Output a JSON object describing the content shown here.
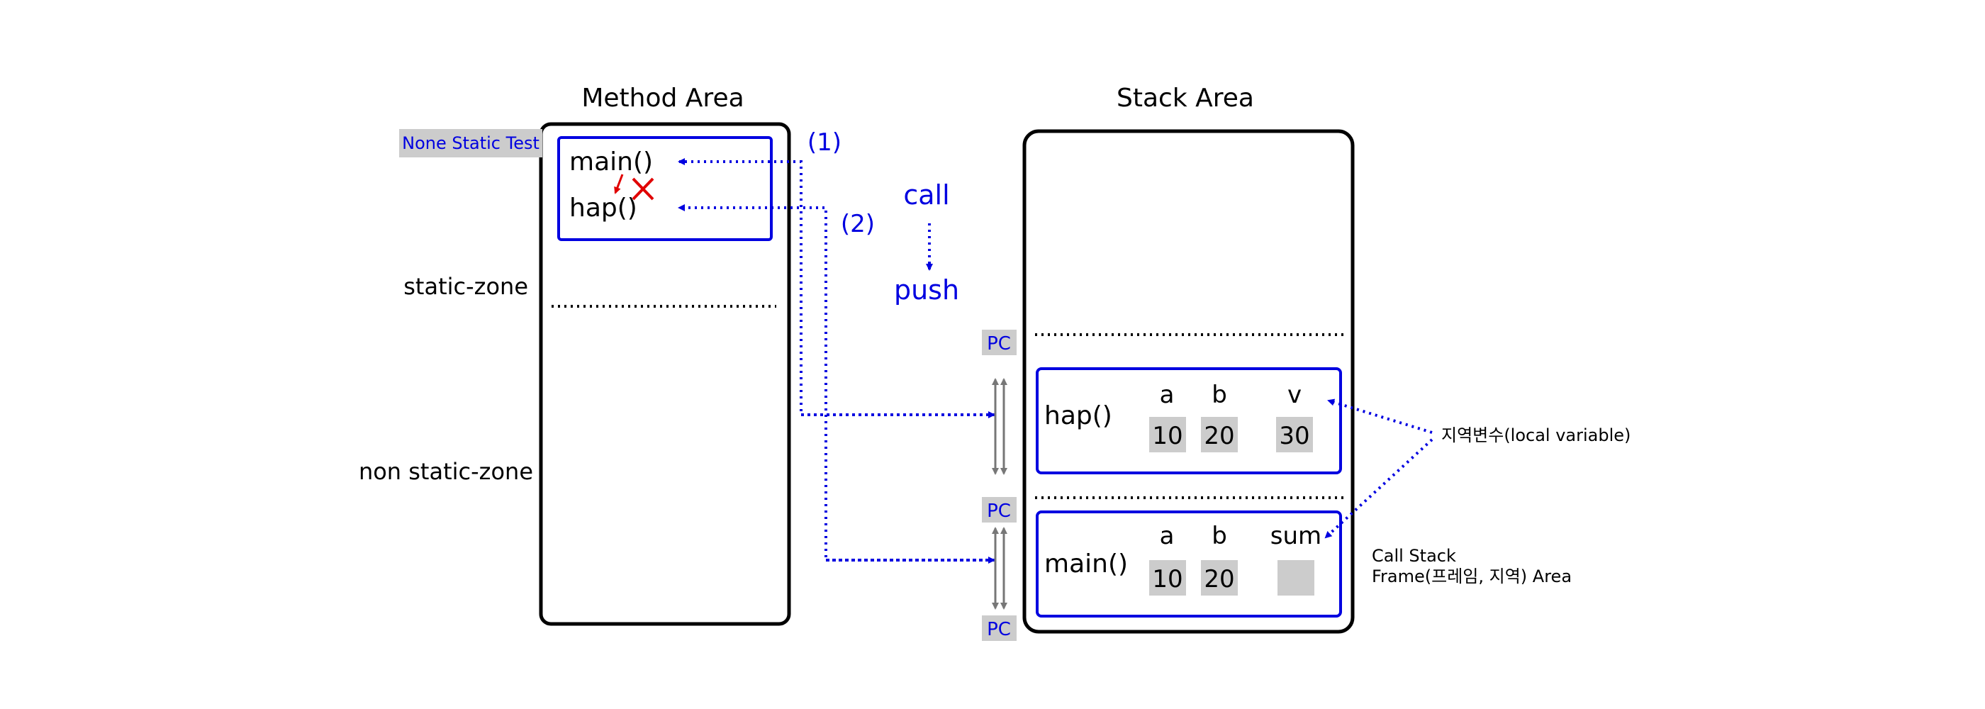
{
  "method_area": {
    "title": "Method Area",
    "badge": "None Static Test",
    "functions": [
      "main()",
      "hap()"
    ],
    "static_zone_label": "static-zone",
    "non_static_zone_label": "non static-zone"
  },
  "stack_area": {
    "title": "Stack Area",
    "frames": [
      {
        "name": "hap()",
        "vars": [
          {
            "name": "a",
            "value": "10"
          },
          {
            "name": "b",
            "value": "20"
          },
          {
            "name": "v",
            "value": "30"
          }
        ]
      },
      {
        "name": "main()",
        "vars": [
          {
            "name": "a",
            "value": "10"
          },
          {
            "name": "b",
            "value": "20"
          },
          {
            "name": "sum",
            "value": ""
          }
        ]
      }
    ]
  },
  "steps": [
    "(1)",
    "(2)"
  ],
  "legend": {
    "call": "call",
    "push": "push"
  },
  "pc_label": "PC",
  "local_variable_label": "지역변수(local variable)",
  "call_stack_label": {
    "line1": "Call Stack",
    "line2": "Frame(프레임, 지역) Area"
  },
  "colors": {
    "blue": "#0000e0",
    "red": "#e00000",
    "gray_cell": "#cccccc",
    "gray_arrow": "#777777",
    "black": "#000000"
  }
}
